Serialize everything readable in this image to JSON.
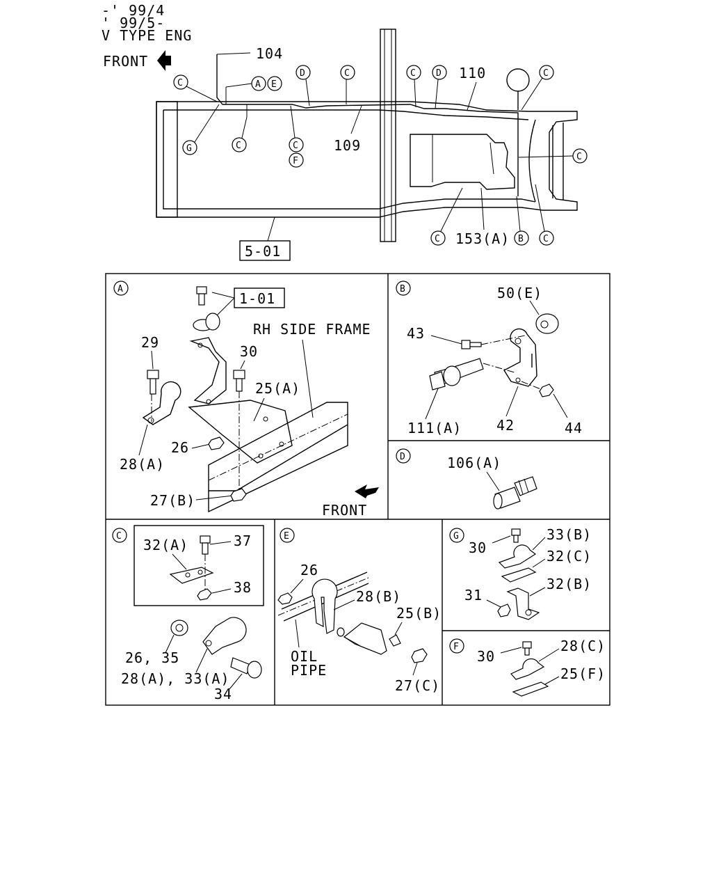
{
  "header": {
    "date_line1": "-' 99/4",
    "date_line2": "' 99/5-",
    "engine": "V TYPE ENG",
    "front": "FRONT"
  },
  "overview": {
    "labels": {
      "p104": "104",
      "p109": "109",
      "p110": "110",
      "p153a": "153(A)",
      "ref_box": "5-01"
    },
    "callouts": [
      "C",
      "A",
      "E",
      "D",
      "C",
      "C",
      "D",
      "C",
      "G",
      "C",
      "C",
      "F",
      "C",
      "C",
      "B",
      "C"
    ]
  },
  "panel_a": {
    "letter": "A",
    "ref_box": "1-01",
    "frame_label": "RH SIDE FRAME",
    "front": "FRONT",
    "parts": [
      "29",
      "30",
      "25(A)",
      "26",
      "28(A)",
      "27(B)"
    ]
  },
  "panel_b": {
    "letter": "B",
    "parts": [
      "50(E)",
      "43",
      "111(A)",
      "42",
      "44"
    ]
  },
  "panel_d": {
    "letter": "D",
    "parts": [
      "106(A)"
    ]
  },
  "panel_c": {
    "letter": "C",
    "parts": [
      "32(A)",
      "37",
      "38",
      "26, 35",
      "28(A), 33(A)",
      "34"
    ]
  },
  "panel_e": {
    "letter": "E",
    "parts": [
      "26",
      "28(B)",
      "25(B)",
      "27(C)"
    ],
    "oil_pipe_line1": "OIL",
    "oil_pipe_line2": "PIPE"
  },
  "panel_g": {
    "letter": "G",
    "parts": [
      "30",
      "33(B)",
      "32(C)",
      "31",
      "32(B)"
    ]
  },
  "panel_f": {
    "letter": "F",
    "parts": [
      "30",
      "28(C)",
      "25(F)"
    ]
  }
}
